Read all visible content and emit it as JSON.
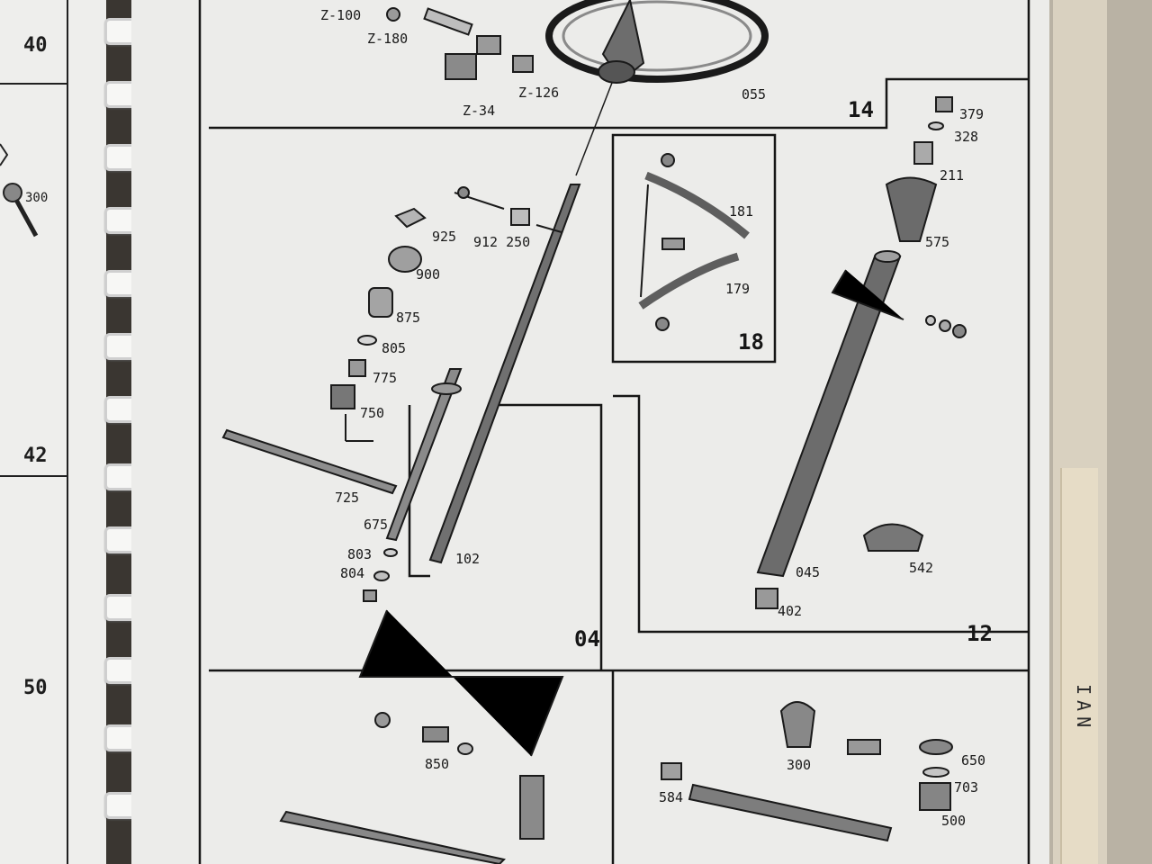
{
  "left_page": {
    "section_numbers": [
      "40",
      "42",
      "50"
    ],
    "callout": "300"
  },
  "sections": {
    "s14": "14",
    "s18": "18",
    "s04": "04",
    "s12": "12"
  },
  "part_labels": {
    "z100": "Z-100",
    "z180": "Z-180",
    "z126": "Z-126",
    "z34": "Z-34",
    "p055": "055",
    "p379": "379",
    "p328": "328",
    "p211": "211",
    "p575": "575",
    "p181": "181",
    "p179": "179",
    "p925": "925",
    "p912250": "912 250",
    "p900": "900",
    "p875": "875",
    "p805": "805",
    "p775": "775",
    "p750": "750",
    "p725": "725",
    "p675": "675",
    "p803": "803",
    "p804": "804",
    "p102": "102",
    "p045": "045",
    "p542": "542",
    "p402": "402",
    "p850": "850",
    "p300": "300",
    "p584": "584",
    "p650": "650",
    "p703": "703",
    "p500": "500"
  },
  "binder_tab_text": "IAN"
}
